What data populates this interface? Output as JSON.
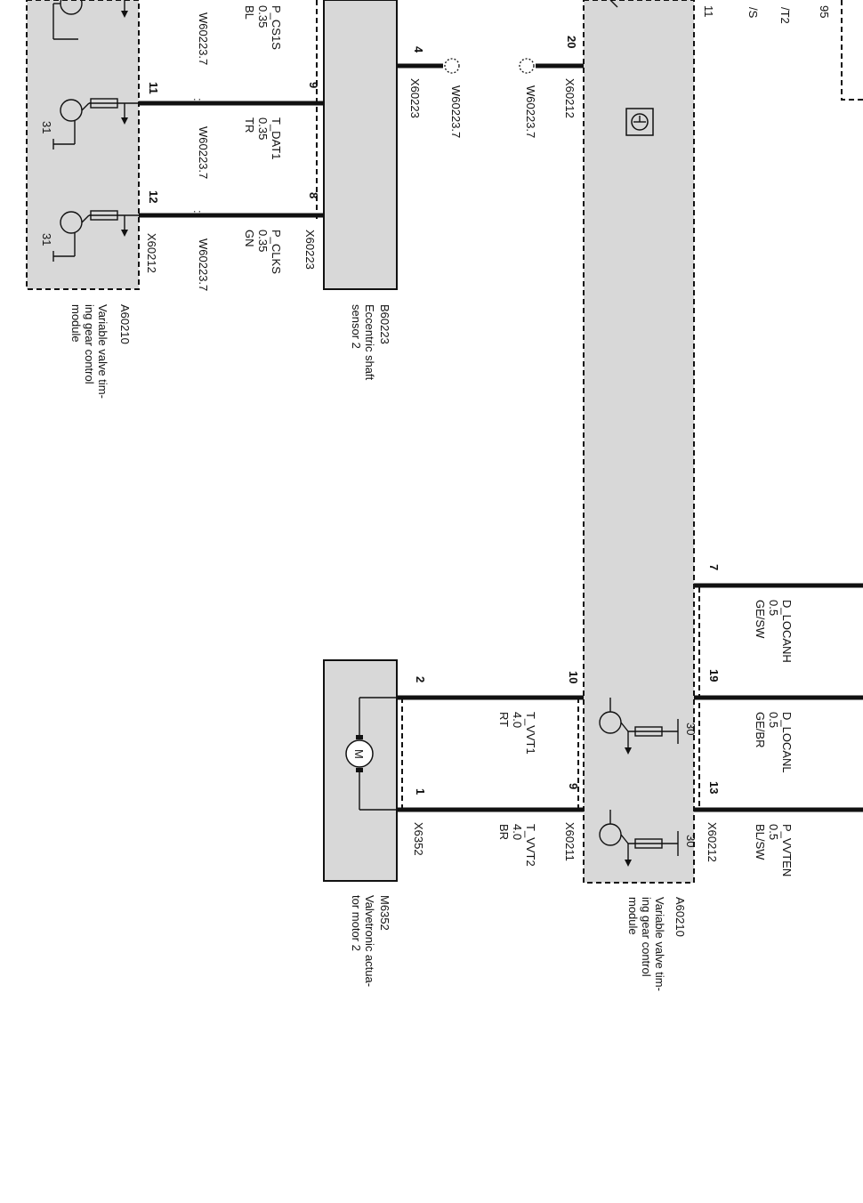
{
  "colors": {
    "module_fill": "#d8d8d8",
    "wire": "#111111",
    "background": "#ffffff"
  },
  "modules": {
    "a60210_top": {
      "id": "A60210",
      "desc": [
        "Variable valve tim-",
        "ing gear control",
        "module"
      ]
    },
    "b60223": {
      "id": "B60223",
      "desc": [
        "Eccentric shaft",
        "sensor 2"
      ]
    },
    "a60210_main": {
      "id": "A60210",
      "desc": [
        "Variable valve tim-",
        "ing gear control",
        "module"
      ]
    },
    "m6352": {
      "id": "M6352",
      "desc": [
        "Valvetronic actua-",
        "tor motor 2"
      ]
    }
  },
  "top_partial": {
    "c1": "/T2",
    "c2": "/S",
    "c3": "11",
    "c4": "95"
  },
  "ground": {
    "g31": "31",
    "g30": "30"
  },
  "connectors": {
    "x60212": "X60212",
    "x60223": "X60223",
    "x60211": "X60211",
    "x6352": "X6352",
    "w60223": "W60223.7"
  },
  "pins": {
    "p11": "11",
    "p12": "12",
    "p9": "9",
    "p8": "8",
    "p4": "4",
    "p20": "20",
    "p7": "7",
    "p19": "19",
    "p13": "13",
    "p10": "10",
    "p9b": "9",
    "p2": "2",
    "p1": "1"
  },
  "wires": {
    "p_cs1s": {
      "name": "P_CS1S",
      "size": "0.35",
      "color": "BL"
    },
    "t_dat1": {
      "name": "T_DAT1",
      "size": "0.35",
      "color": "TR"
    },
    "p_clks": {
      "name": "P_CLKS",
      "size": "0.35",
      "color": "GN"
    },
    "d_locanh": {
      "name": "D_LOCANH",
      "size": "0.5",
      "color": "GE/SW"
    },
    "d_locanl": {
      "name": "D_LOCANL",
      "size": "0.5",
      "color": "GE/BR"
    },
    "p_vvten": {
      "name": "P_VVTEN",
      "size": "0.5",
      "color": "BL/SW"
    },
    "t_vvt1": {
      "name": "T_VVT1",
      "size": "4.0",
      "color": "RT"
    },
    "t_vvt2": {
      "name": "T_VVT2",
      "size": "4.0",
      "color": "BR"
    }
  },
  "motor_symbol": "M"
}
